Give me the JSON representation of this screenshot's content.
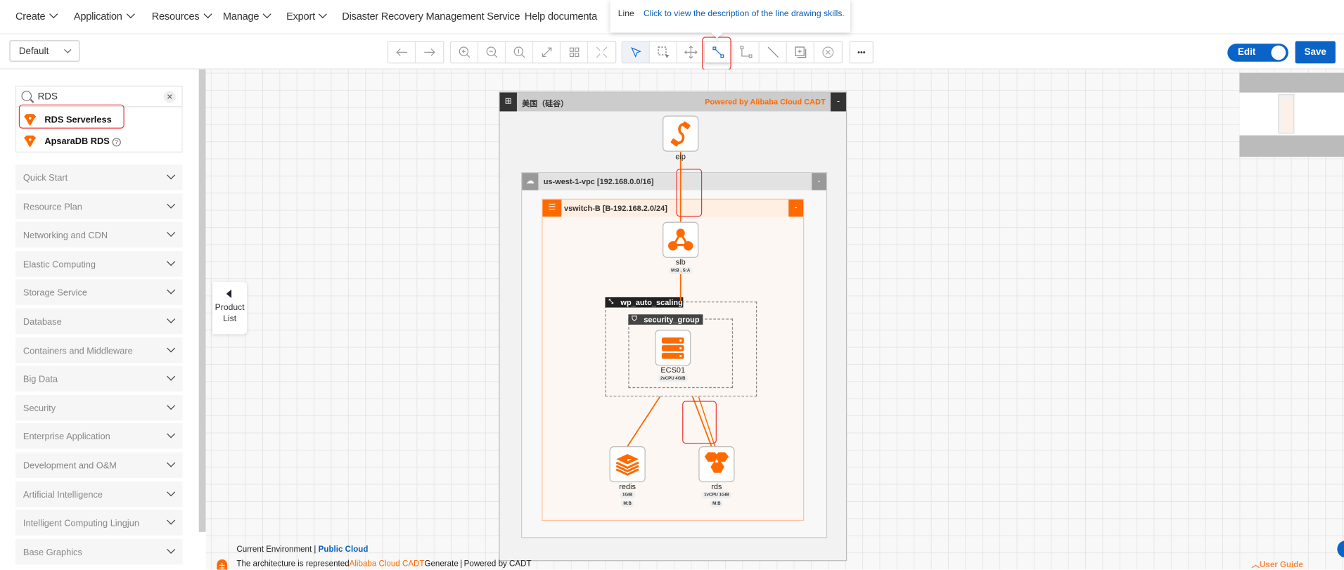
{
  "nav": {
    "items": [
      {
        "label": "Create",
        "chevron": true
      },
      {
        "label": "Application",
        "chevron": true
      },
      {
        "label": "Resources",
        "chevron": true
      },
      {
        "label": "Manage",
        "chevron": true
      },
      {
        "label": "Export",
        "chevron": true
      },
      {
        "label": "Disaster Recovery Management Service",
        "chevron": false
      },
      {
        "label": "Help documenta",
        "chevron": false
      }
    ]
  },
  "tooltip": {
    "title": "Line",
    "link": "Click to view the description of the line drawing skills."
  },
  "toolbar": {
    "view_select": "Default",
    "history": [
      "arrow-left-icon",
      "arrow-right-icon"
    ],
    "zoom": [
      "zoom-in-icon",
      "zoom-out-icon",
      "zoom-reset-icon",
      "fit-icon",
      "grid-icon",
      "fullscreen-icon"
    ],
    "tools": [
      "select-icon",
      "box-select-icon",
      "move-icon",
      "line-icon",
      "orthogonal-line-icon",
      "straight-line-icon",
      "add-frame-icon",
      "delete-icon"
    ],
    "active_tool": "select-icon",
    "highlighted_tool": "line-icon",
    "more": "•••",
    "edit_label": "Edit",
    "edit_on": true,
    "save_label": "Save"
  },
  "sidebar": {
    "search_value": "RDS",
    "results": [
      {
        "label": "RDS Serverless",
        "highlighted": true
      },
      {
        "label": "ApsaraDB RDS",
        "help": true
      }
    ],
    "categories": [
      "Quick Start",
      "Resource Plan",
      "Networking and CDN",
      "Elastic Computing",
      "Storage Service",
      "Database",
      "Containers and Middleware",
      "Big Data",
      "Security",
      "Enterprise Application",
      "Development and O&M",
      "Artificial Intelligence",
      "Intelligent Computing Lingjun",
      "Base Graphics"
    ]
  },
  "product_list": {
    "line1": "Product",
    "line2": "List"
  },
  "diagram": {
    "region": {
      "label": "美国（硅谷）",
      "powered": "Powered by Alibaba Cloud CADT"
    },
    "vpc": {
      "label": "us-west-1-vpc [192.168.0.0/16]"
    },
    "vswitch": {
      "label": "vswitch-B [B-192.168.2.0/24]"
    },
    "asg": {
      "label": "wp_auto_scaling"
    },
    "sg": {
      "label": "security_group"
    },
    "nodes": {
      "eip": {
        "label": "eip"
      },
      "slb": {
        "label": "slb",
        "tags": [
          "M:B , S:A"
        ]
      },
      "ecs": {
        "label": "ECS01",
        "tags": [
          "2vCPU  4GiB"
        ]
      },
      "redis": {
        "label": "redis",
        "tags": [
          "1GiB",
          "M:B"
        ]
      },
      "rds": {
        "label": "rds",
        "tags": [
          "1vCPU  1GiB",
          "M:B"
        ]
      }
    },
    "minus": "-",
    "accent": "#ff6a00"
  },
  "footer": {
    "env_label": "Current Environment | ",
    "env_value": "Public Cloud",
    "line2_a": "The architecture is represented",
    "line2_b": "Alibaba Cloud CADT",
    "line2_c": "Generate",
    "line2_d": "Powered by CADT",
    "user_guide": "User Guide"
  }
}
